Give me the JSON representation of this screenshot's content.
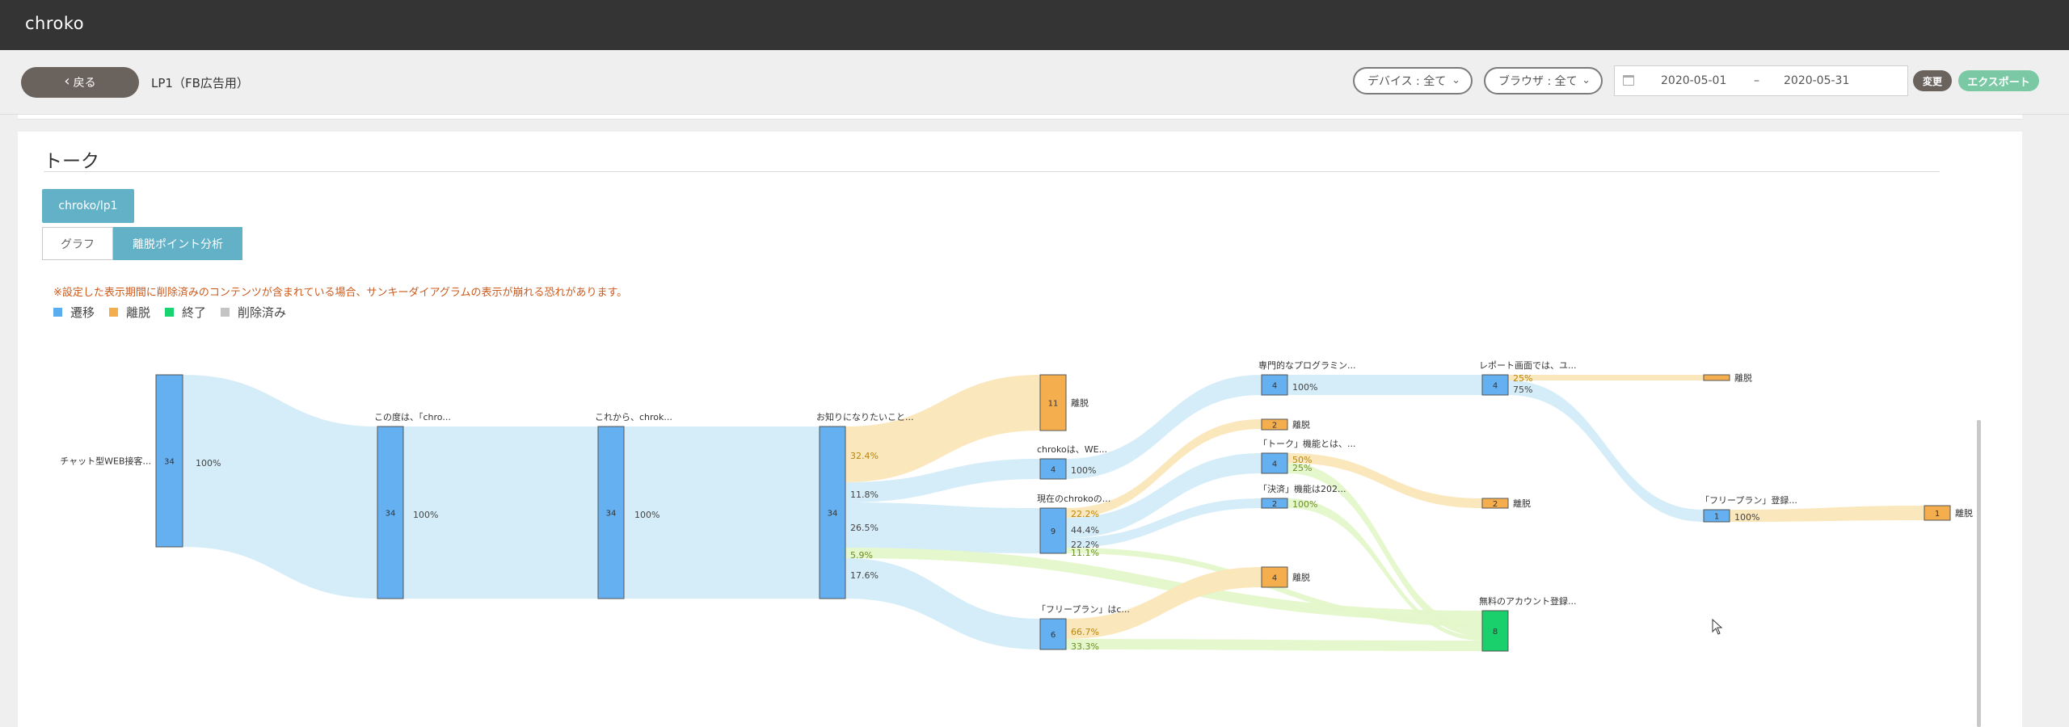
{
  "app": {
    "brand": "chroko"
  },
  "toolbar": {
    "back_label": "戻る",
    "page_title": "LP1（FB広告用）",
    "device_select": "デバイス : 全て",
    "browser_select": "ブラウザ : 全て",
    "date_start": "2020-05-01",
    "date_sep": "–",
    "date_end": "2020-05-31",
    "change_label": "変更",
    "export_label": "エクスポート"
  },
  "section": {
    "title": "トーク",
    "page_chip": "chroko/lp1",
    "tabs": [
      {
        "label": "グラフ",
        "active": false
      },
      {
        "label": "離脱ポイント分析",
        "active": true
      }
    ],
    "warning": "※設定した表示期間に削除済みのコンテンツが含まれている場合、サンキーダイアグラムの表示が崩れる恐れがあります。"
  },
  "legend": [
    {
      "label": "遷移",
      "color": "#5aaef0"
    },
    {
      "label": "離脱",
      "color": "#f3ad4c"
    },
    {
      "label": "終了",
      "color": "#18d36f"
    },
    {
      "label": "削除済み",
      "color": "#c4c4c4"
    }
  ],
  "colors": {
    "transition": "#64b0f0",
    "dropoff": "#f5ae4e",
    "finish": "#19d06c",
    "link_transition": "#d3ecf8",
    "link_dropoff": "#fbe6b8",
    "link_finish": "#e4f7c9"
  },
  "sankey": {
    "nodes": [
      {
        "id": "n1",
        "type": "transition",
        "value": "34",
        "title": "チャット型WEB接客...",
        "title_side": "left"
      },
      {
        "id": "n2",
        "type": "transition",
        "value": "34",
        "title": "この度は、「chro..."
      },
      {
        "id": "n3",
        "type": "transition",
        "value": "34",
        "title": "これから、chrok..."
      },
      {
        "id": "n4",
        "type": "transition",
        "value": "34",
        "title": "お知りになりたいこと..."
      },
      {
        "id": "d4",
        "type": "dropoff",
        "value": "11",
        "title": "離脱",
        "title_side": "right"
      },
      {
        "id": "n5",
        "type": "transition",
        "value": "4",
        "title": "chrokoは、WE..."
      },
      {
        "id": "n6",
        "type": "transition",
        "value": "9",
        "title": "現在のchrokoの..."
      },
      {
        "id": "n7",
        "type": "transition",
        "value": "6",
        "title": "「フリープラン」はc..."
      },
      {
        "id": "n8",
        "type": "transition",
        "value": "4",
        "title": "専門的なプログラミン..."
      },
      {
        "id": "d8a",
        "type": "dropoff",
        "value": "2",
        "title": "離脱",
        "title_side": "right"
      },
      {
        "id": "n9",
        "type": "transition",
        "value": "4",
        "title": "「トーク」機能とは、..."
      },
      {
        "id": "n10",
        "type": "transition",
        "value": "2",
        "title": "「決済」機能は202..."
      },
      {
        "id": "d8b",
        "type": "dropoff",
        "value": "4",
        "title": "離脱",
        "title_side": "right"
      },
      {
        "id": "n11",
        "type": "transition",
        "value": "4",
        "title": "レポート画面では、ユ..."
      },
      {
        "id": "d11a",
        "type": "dropoff",
        "value": "",
        "title": "離脱",
        "title_side": "right"
      },
      {
        "id": "d11b",
        "type": "dropoff",
        "value": "2",
        "title": "離脱",
        "title_side": "right"
      },
      {
        "id": "e1",
        "type": "finish",
        "value": "8",
        "title": "無料のアカウント登録..."
      },
      {
        "id": "n12",
        "type": "transition",
        "value": "1",
        "title": "「フリープラン」登録..."
      },
      {
        "id": "d12",
        "type": "dropoff",
        "value": "1",
        "title": "離脱",
        "title_side": "right"
      }
    ],
    "pct_labels": [
      {
        "node": "n1",
        "text": "100%"
      },
      {
        "node": "n2",
        "text": "100%"
      },
      {
        "node": "n3",
        "text": "100%"
      },
      {
        "node": "n4",
        "text": "32.4%"
      },
      {
        "node": "n4",
        "text": "11.8%"
      },
      {
        "node": "n4",
        "text": "26.5%"
      },
      {
        "node": "n4",
        "text": "5.9%"
      },
      {
        "node": "n4",
        "text": "17.6%"
      },
      {
        "node": "n5",
        "text": "100%"
      },
      {
        "node": "n6",
        "text": "22.2%"
      },
      {
        "node": "n6",
        "text": "44.4%"
      },
      {
        "node": "n6",
        "text": "22.2%"
      },
      {
        "node": "n6",
        "text": "11.1%"
      },
      {
        "node": "n7",
        "text": "66.7%"
      },
      {
        "node": "n7",
        "text": "33.3%"
      },
      {
        "node": "n8",
        "text": "100%"
      },
      {
        "node": "n9",
        "text": "50%"
      },
      {
        "node": "n9",
        "text": "25%"
      },
      {
        "node": "n10",
        "text": "100%"
      },
      {
        "node": "n11",
        "text": "25%"
      },
      {
        "node": "n11",
        "text": "75%"
      },
      {
        "node": "n12",
        "text": "100%"
      }
    ]
  }
}
